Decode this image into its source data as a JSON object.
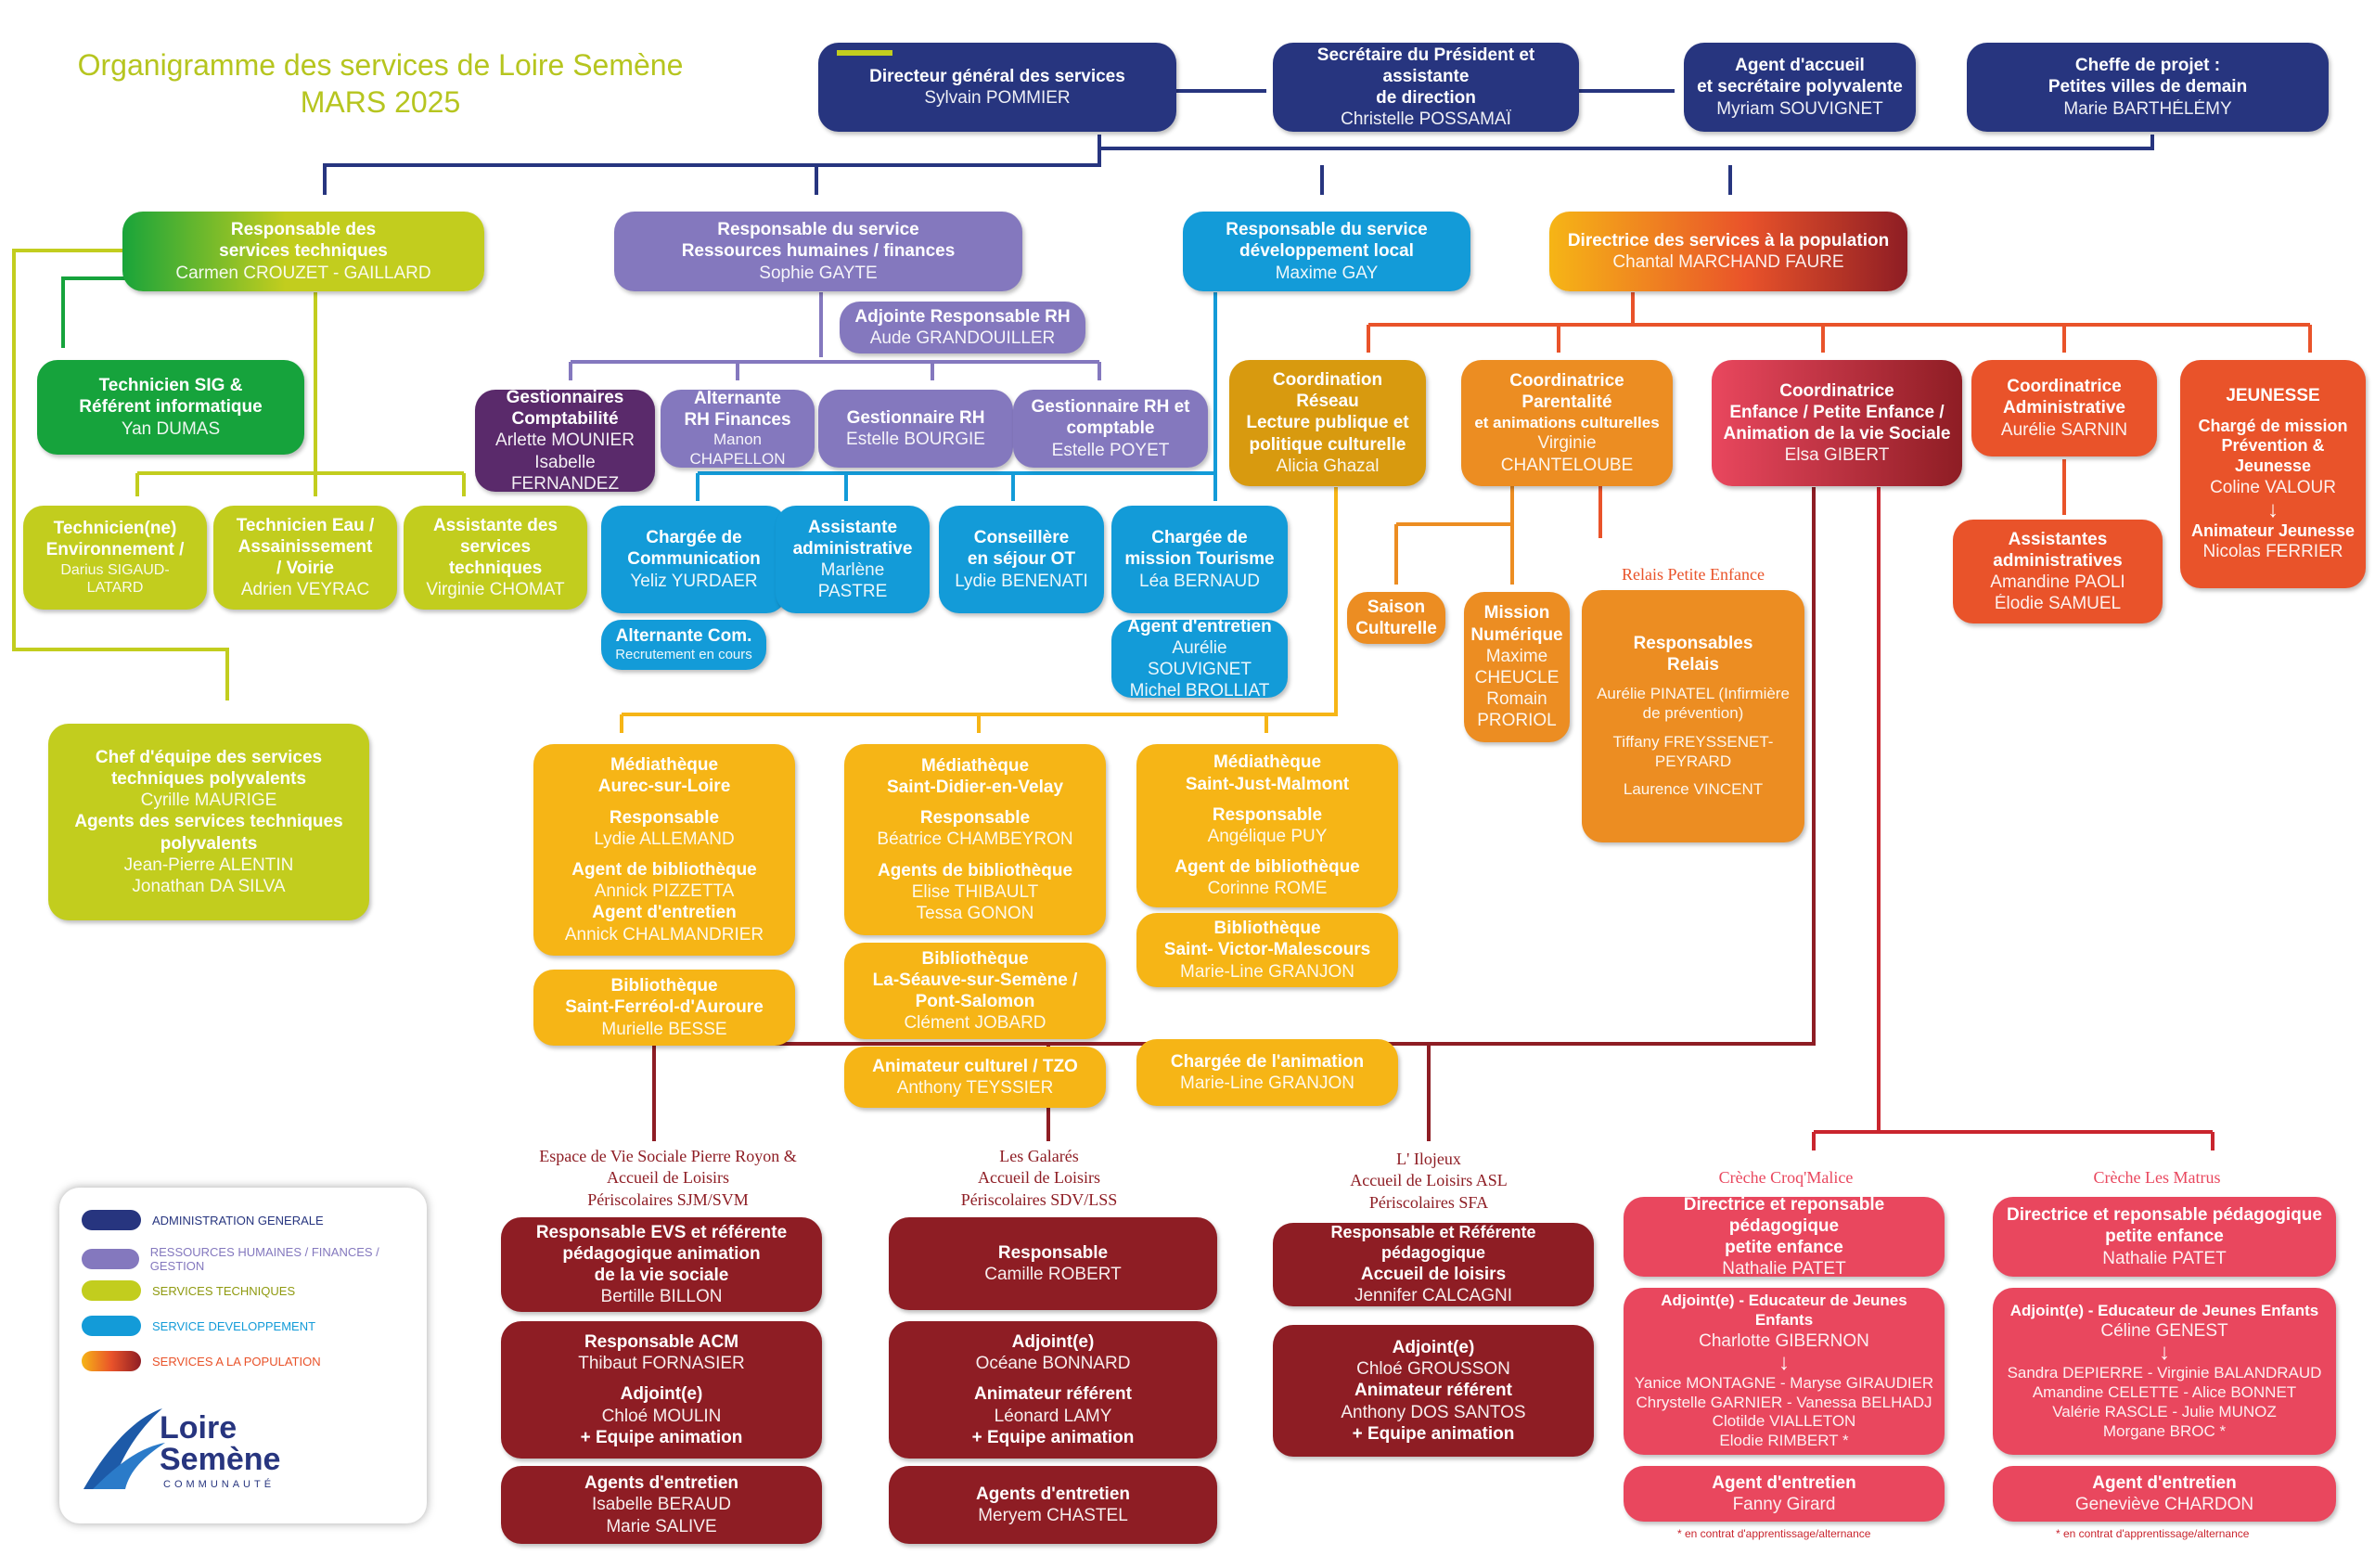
{
  "title": {
    "line1": "Organigramme des services de Loire Semène",
    "line2": "MARS 2025"
  },
  "colors": {
    "admin": "#27357f",
    "rh": "#8478be",
    "tech": "#c2cd1e",
    "dev": "#139bd8",
    "pop": "#e9532a"
  },
  "admin": {
    "dg": {
      "t": "Directeur général des services",
      "n": "Sylvain POMMIER"
    },
    "sec": {
      "t1": "Secrétaire du Président et assistante",
      "t2": "de direction",
      "n": "Christelle POSSAMAÏ"
    },
    "acc": {
      "t1": "Agent d'accueil",
      "t2": "et secrétaire polyvalente",
      "n": "Myriam SOUVIGNET"
    },
    "pvd": {
      "t1": "Cheffe de projet :",
      "t2": "Petites villes de demain",
      "n": "Marie BARTHÉLÉMY"
    }
  },
  "tech": {
    "resp": {
      "t1": "Responsable des",
      "t2": "services techniques",
      "n": "Carmen CROUZET - GAILLARD"
    },
    "sig": {
      "t1": "Technicien SIG &",
      "t2": "Référent informatique",
      "n": "Yan DUMAS"
    },
    "env": {
      "t1": "Technicien(ne)",
      "t2": "Environnement /",
      "n": "Darius SIGAUD-LATARD"
    },
    "eau": {
      "t1": "Technicien Eau /",
      "t2": "Assainissement",
      "t3": "/ Voirie",
      "n": "Adrien VEYRAC"
    },
    "ass": {
      "t1": "Assistante des",
      "t2": "services techniques",
      "n": "Virginie CHOMAT"
    },
    "chef": {
      "t1": "Chef d'équipe des services",
      "t2": "techniques polyvalents",
      "n1": "Cyrille MAURIGE",
      "t3": "Agents des services techniques",
      "t4": "polyvalents",
      "n2": "Jean-Pierre ALENTIN",
      "n3": "Jonathan DA SILVA"
    }
  },
  "rh": {
    "resp": {
      "t1": "Responsable du service",
      "t2": "Ressources humaines / finances",
      "n": "Sophie GAYTE"
    },
    "adj": {
      "t": "Adjointe Responsable RH",
      "n": "Aude GRANDOUILLER"
    },
    "compta": {
      "t1": "Gestionnaires",
      "t2": "Comptabilité",
      "n1": "Arlette MOUNIER",
      "n2": "Isabelle FERNANDEZ"
    },
    "alt": {
      "t1": "Alternante",
      "t2": "RH Finances",
      "n": "Manon CHAPELLON"
    },
    "grh": {
      "t": "Gestionnaire RH",
      "n": "Estelle BOURGIE"
    },
    "grhc": {
      "t1": "Gestionnaire RH et",
      "t2": "comptable",
      "n": "Estelle POYET"
    }
  },
  "dev": {
    "resp": {
      "t1": "Responsable du service",
      "t2": "développement local",
      "n": "Maxime GAY"
    },
    "com": {
      "t1": "Chargée de",
      "t2": "Communication",
      "n": "Yeliz YURDAER"
    },
    "alt": {
      "t": "Alternante Com.",
      "n": "Recrutement en cours"
    },
    "asa": {
      "t1": "Assistante",
      "t2": "administrative",
      "n": "Marlène PASTRE"
    },
    "ot": {
      "t1": "Conseillère",
      "t2": "en séjour OT",
      "n": "Lydie BENENATI"
    },
    "tour": {
      "t1": "Chargée de",
      "t2": "mission Tourisme",
      "n": "Léa BERNAUD"
    },
    "ent": {
      "t": "Agent d'entretien",
      "n1": "Aurélie SOUVIGNET",
      "n2": "Michel BROLLIAT"
    }
  },
  "pop": {
    "dir": {
      "t": "Directrice des services à la population",
      "n": "Chantal MARCHAND FAURE"
    },
    "lect": {
      "t1": "Coordination",
      "t2": "Réseau",
      "t3": "Lecture publique et",
      "t4": "politique culturelle",
      "n": "Alicia Ghazal"
    },
    "par": {
      "t1": "Coordinatrice",
      "t2": "Parentalité",
      "t3": "et animations culturelles",
      "n": "Virginie CHANTELOUBE"
    },
    "enf": {
      "t1": "Coordinatrice",
      "t2": "Enfance / Petite Enfance /",
      "t3": "Animation de la vie Sociale",
      "n": "Elsa GIBERT"
    },
    "adm": {
      "t1": "Coordinatrice",
      "t2": "Administrative",
      "n": "Aurélie SARNIN"
    },
    "admas": {
      "t1": "Assistantes",
      "t2": "administratives",
      "n1": "Amandine PAOLI",
      "n2": "Élodie SAMUEL"
    },
    "jeun": {
      "t": "JEUNESSE",
      "t2": "Chargé de mission",
      "t3": "Prévention & Jeunesse",
      "n": "Coline VALOUR",
      "t4": "Animateur Jeunesse",
      "n2": "Nicolas FERRIER"
    },
    "saison": {
      "t1": "Saison",
      "t2": "Culturelle"
    },
    "num": {
      "t1": "Mission",
      "t2": "Numérique",
      "n1": "Maxime",
      "n2": "CHEUCLE",
      "n3": "Romain",
      "n4": "PRORIOL"
    },
    "relais_lbl": "Relais Petite Enfance",
    "relais": {
      "t1": "Responsables",
      "t2": "Relais",
      "n1": "Aurélie PINATEL (Infirmière",
      "n2": "de prévention)",
      "n3": "Tiffany FREYSSENET-",
      "n4": "PEYRARD",
      "n5": "Laurence VINCENT"
    }
  },
  "media": {
    "aurec": {
      "t1": "Médiathèque",
      "t2": "Aurec-sur-Loire",
      "r": "Responsable",
      "rn": "Lydie ALLEMAND",
      "a": "Agent de bibliothèque",
      "an": "Annick PIZZETTA",
      "e": "Agent d'entretien",
      "en": "Annick CHALMANDRIER"
    },
    "ferreol": {
      "t1": "Bibliothèque",
      "t2": "Saint-Ferréol-d'Auroure",
      "n": "Murielle BESSE"
    },
    "didier": {
      "t1": "Médiathèque",
      "t2": "Saint-Didier-en-Velay",
      "r": "Responsable",
      "rn": "Béatrice CHAMBEYRON",
      "a": "Agents de bibliothèque",
      "an1": "Elise THIBAULT",
      "an2": "Tessa GONON"
    },
    "seauve": {
      "t1": "Bibliothèque",
      "t2": "La-Séauve-sur-Semène /",
      "t3": "Pont-Salomon",
      "n": "Clément JOBARD"
    },
    "tzo": {
      "t": "Animateur culturel / TZO",
      "n": "Anthony TEYSSIER"
    },
    "just": {
      "t1": "Médiathèque",
      "t2": "Saint-Just-Malmont",
      "r": "Responsable",
      "rn": "Angélique PUY",
      "a": "Agent de bibliothèque",
      "an": "Corinne ROME"
    },
    "victor": {
      "t1": "Bibliothèque",
      "t2": "Saint- Victor-Malescours",
      "n": "Marie-Line GRANJON"
    },
    "anim": {
      "t": "Chargée de l'animation",
      "n": "Marie-Line GRANJON"
    }
  },
  "evs": {
    "lbl1": "Espace de Vie Sociale Pierre Royon &",
    "lbl2": "Accueil de Loisirs",
    "lbl3": "Périscolaires SJM/SVM",
    "r": {
      "t1": "Responsable EVS et référente",
      "t2": "pédagogique animation",
      "t3": "de la vie sociale",
      "n": "Bertille BILLON"
    },
    "acm": {
      "t": "Responsable ACM",
      "n": "Thibaut FORNASIER",
      "t2": "Adjoint(e)",
      "n2": "Chloé MOULIN",
      "t3": "+ Equipe animation"
    },
    "ent": {
      "t": "Agents d'entretien",
      "n1": "Isabelle BERAUD",
      "n2": "Marie SALIVE"
    }
  },
  "galares": {
    "lbl1": "Les Galarés",
    "lbl2": "Accueil de Loisirs",
    "lbl3": "Périscolaires SDV/LSS",
    "r": {
      "t": "Responsable",
      "n": "Camille ROBERT"
    },
    "adj": {
      "t": "Adjoint(e)",
      "n": "Océane BONNARD",
      "t2": "Animateur référent",
      "n2": "Léonard LAMY",
      "t3": "+ Equipe animation"
    },
    "ent": {
      "t": "Agents d'entretien",
      "n": "Meryem CHASTEL"
    }
  },
  "ilojeux": {
    "lbl1": "L' Ilojeux",
    "lbl2": "Accueil de Loisirs ASL",
    "lbl3": "Périscolaires SFA",
    "r": {
      "t1": "Responsable et Référente pédagogique",
      "t2": "Accueil de loisirs",
      "n": "Jennifer CALCAGNI"
    },
    "adj": {
      "t": "Adjoint(e)",
      "n": "Chloé GROUSSON",
      "t2": "Animateur référent",
      "n2": "Anthony DOS SANTOS",
      "t3": "+ Equipe animation"
    }
  },
  "croq": {
    "lbl": "Crèche  Croq'Malice",
    "dir": {
      "t1": "Directrice et reponsable pédagogique",
      "t2": "petite enfance",
      "n": "Nathalie PATET"
    },
    "adj": {
      "t": "Adjoint(e)  - Educateur de Jeunes Enfants",
      "n": "Charlotte GIBERNON",
      "l1": "Yanice MONTAGNE - Maryse GIRAUDIER",
      "l2": "Chrystelle GARNIER - Vanessa BELHADJ",
      "l3": "Clotilde VIALLETON",
      "l4": "Elodie RIMBERT *"
    },
    "ent": {
      "t": "Agent d'entretien",
      "n": "Fanny Girard"
    },
    "foot": "* en contrat d'apprentissage/alternance"
  },
  "matrus": {
    "lbl": "Crèche  Les Matrus",
    "dir": {
      "t1": "Directrice et reponsable pédagogique",
      "t2": "petite enfance",
      "n": "Nathalie PATET"
    },
    "adj": {
      "t": "Adjoint(e)  - Educateur de Jeunes Enfants",
      "n": "Céline GENEST",
      "l1": "Sandra DEPIERRE - Virginie BALANDRAUD",
      "l2": "Amandine CELETTE - Alice BONNET",
      "l3": "Valérie RASCLE - Julie MUNOZ",
      "l4": "Morgane BROC *"
    },
    "ent": {
      "t": "Agent d'entretien",
      "n": "Geneviève CHARDON"
    },
    "foot": "* en contrat d'apprentissage/alternance"
  },
  "legend": [
    {
      "label": "ADMINISTRATION GENERALE",
      "color": "#27357f"
    },
    {
      "label": "RESSOURCES HUMAINES / FINANCES / GESTION",
      "color": "#8478be"
    },
    {
      "label": "SERVICES TECHNIQUES",
      "color": "#c2cd1e"
    },
    {
      "label": "SERVICE DEVELOPPEMENT",
      "color": "#139bd8"
    },
    {
      "label": "SERVICES A LA POPULATION",
      "color": "#e9532a"
    }
  ],
  "logo": {
    "l1": "Loire",
    "l2": "Semène",
    "l3": "COMMUNAUTÉ"
  }
}
